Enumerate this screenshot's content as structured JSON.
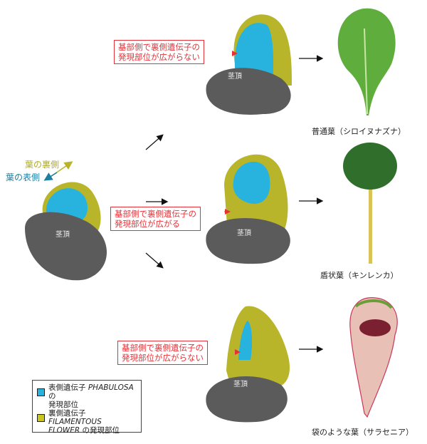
{
  "axes": {
    "abaxial": "葉の裏側",
    "adaxial": "葉の表側"
  },
  "stem_label": "茎頂",
  "annotations": {
    "top": [
      "基部側で裏側遺伝子の",
      "発現部位が広がらない"
    ],
    "middle": [
      "基部側で裏側遺伝子の",
      "発現部位が広がる"
    ],
    "bottom": [
      "基部側で裏側遺伝子の",
      "発現部位が広がらない"
    ]
  },
  "captions": [
    "普通葉（シロイヌナズナ）",
    "盾状葉（キンレンカ）",
    "袋のような葉（サラセニア）"
  ],
  "legend": [
    {
      "prefix": "表側遺伝子",
      "gene": "PHABULOSA",
      "suffix": "の",
      "line2": "発現部位",
      "color": "#27b3de"
    },
    {
      "prefix": "裏側遺伝子",
      "gene": "FILAMENTOUS",
      "line2_gene": "FLOWER",
      "suffix": "の発現部位",
      "color": "#c9c61e"
    }
  ],
  "colors": {
    "adaxial": "#27b3de",
    "abaxial": "#b8b52a",
    "stem": "#5b5b5b",
    "annotation": "#e53238"
  }
}
